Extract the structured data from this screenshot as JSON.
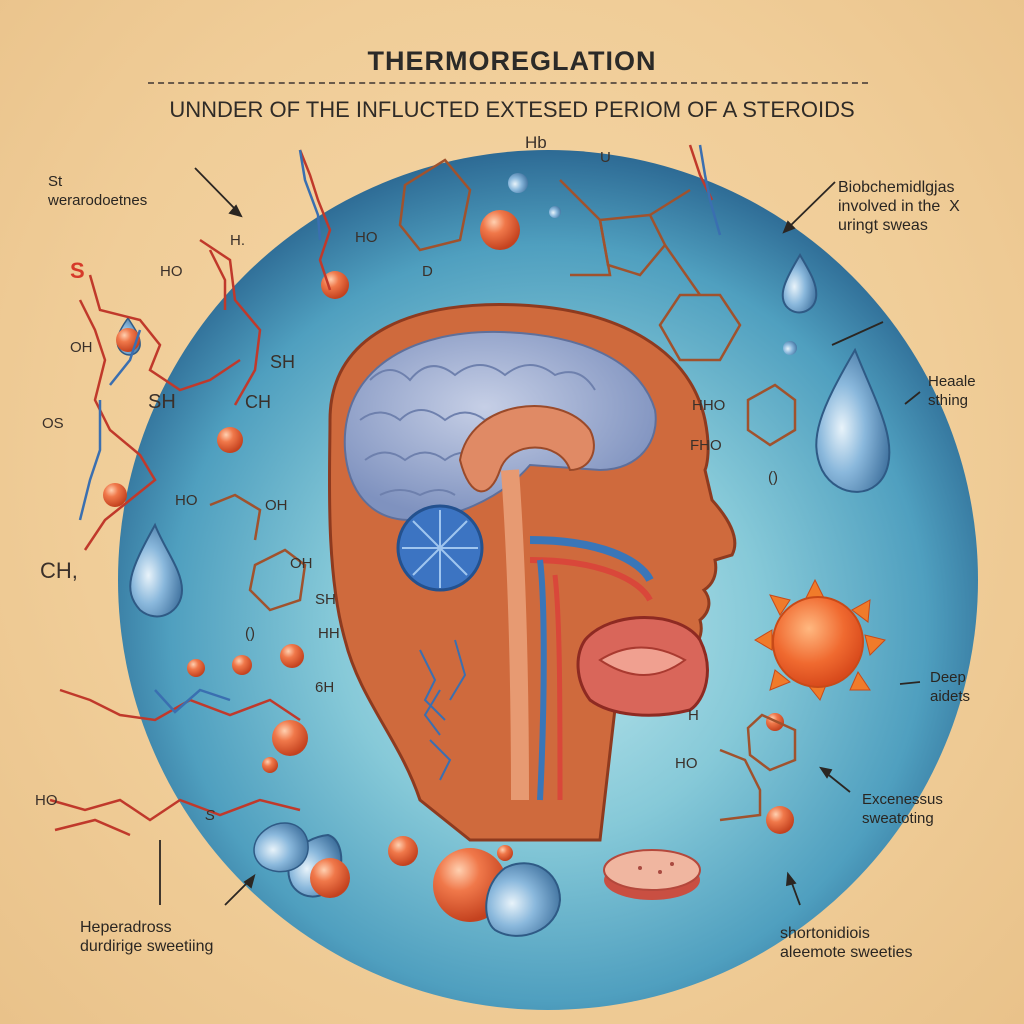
{
  "title": "THERMOREGLATION",
  "subtitle": "UNNDER OF THE  INFLUCTED EXTESED PERIOM OF A STEROIDS",
  "labels": {
    "top_left": "St\nwerarodoetnes",
    "top_right": "Biobchemidlgjas\ninvolved in the  X\nuringt sweas",
    "mid_right": "Heaale\nsthing",
    "deep": "Deep\naidets",
    "excessive": "Excenessus\nsweatoting",
    "bottom_left": "Heperadross\ndurdirige sweetiing",
    "bottom_right": "shortonidiois\naleemote sweeties"
  },
  "chem_text": [
    "S",
    "HO",
    "OH",
    "OS",
    "CH,",
    "SH",
    "H.",
    "SH",
    "CH",
    "Hb",
    "U",
    "HO",
    "D",
    "HO",
    "OH",
    "OH",
    "SH",
    "HH",
    "()",
    "HHO",
    "FHO",
    "()",
    "6H",
    "HO",
    "H",
    "HO",
    "S"
  ],
  "colors": {
    "circle": "#4f9fbf",
    "circle_dark": "#2d6a94",
    "skin": "#d9784d",
    "brain": "#8fa3c9",
    "red": "#d94a3a",
    "blue": "#3b7fc4",
    "sun": "#f07030"
  }
}
